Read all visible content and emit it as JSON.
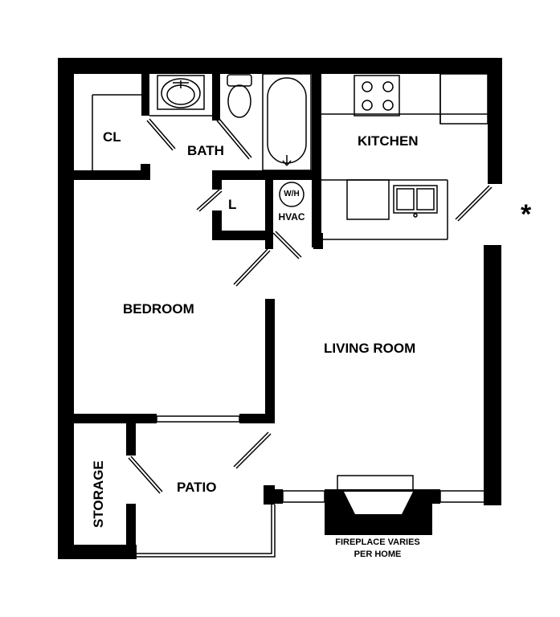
{
  "rooms": {
    "closet": "CL",
    "bath": "BATH",
    "kitchen": "KITCHEN",
    "laundry": "L",
    "water_heater": "W/H",
    "hvac": "HVAC",
    "bedroom": "BEDROOM",
    "living_room": "LIVING ROOM",
    "storage": "STORAGE",
    "patio": "PATIO"
  },
  "notes": {
    "fireplace_line1": "FIREPLACE VARIES",
    "fireplace_line2": "PER HOME",
    "asterisk": "*"
  },
  "colors": {
    "wall": "#000000",
    "fixture": "#000000",
    "background": "#ffffff"
  }
}
